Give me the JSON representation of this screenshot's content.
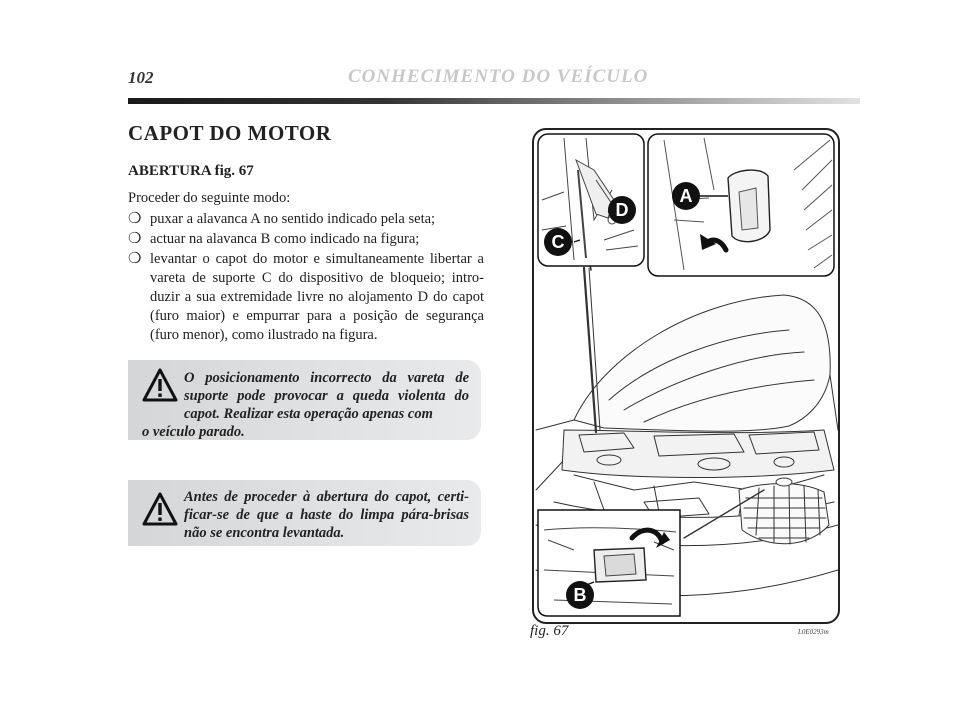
{
  "header": {
    "page_number": "102",
    "chapter_title": "CONHECIMENTO DO VEÍCULO"
  },
  "section": {
    "title": "CAPOT DO MOTOR",
    "subtitle": "ABERTURA fig. 67",
    "intro": "Proceder do seguinte modo:",
    "bullet_char": "❍",
    "steps": [
      "puxar a alavanca A no sentido indicado pela seta;",
      "actuar na alavanca B como indicado na figura;",
      "levantar o capot do motor e simultaneamente libertar a vareta de suporte C do dispositivo de bloqueio; intro-duzir a sua extremidade livre no alojamento D do capot (furo maior) e empurrar para a posição de segurança (furo menor), como ilustrado na figura."
    ]
  },
  "warnings": [
    {
      "icon": "warning-triangle-icon",
      "text": "O posicionamento incorrecto da vareta de suporte pode provocar a queda violenta do capot. Realizar esta operação apenas com",
      "text_end": "o veículo parado."
    },
    {
      "icon": "warning-triangle-icon",
      "text": "Antes de proceder à abertura do capot, certi-ficar-se de que a haste do limpa pára-brisas não se encontra levantada."
    }
  ],
  "figure": {
    "caption": "fig. 67",
    "code": "L0E0293m",
    "callouts": [
      "A",
      "B",
      "C",
      "D"
    ]
  }
}
